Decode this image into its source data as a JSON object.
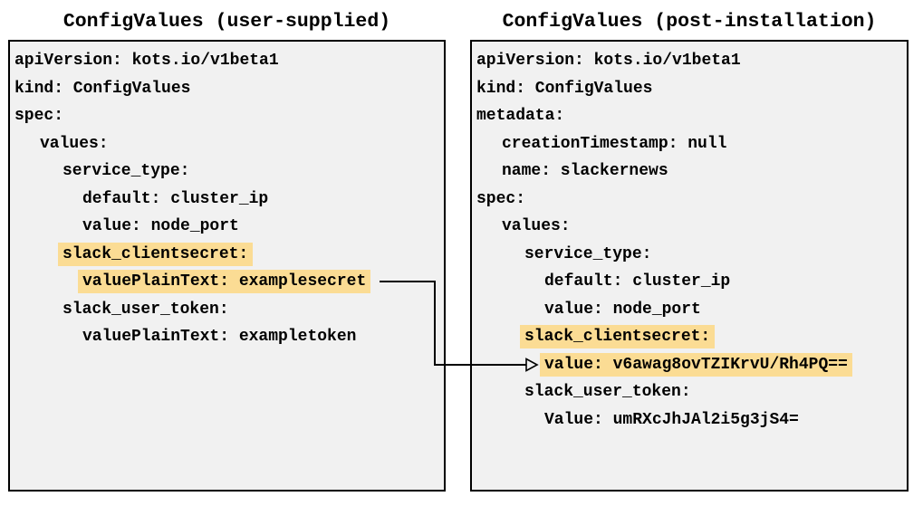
{
  "colors": {
    "highlight": "#fbdc94",
    "panel_background": "#f1f1f1",
    "panel_border": "#000000",
    "text": "#000000",
    "arrow": "#000000"
  },
  "panels": [
    {
      "id": "user-supplied",
      "title": "ConfigValues (user-supplied)",
      "lines": [
        {
          "indent": 0,
          "text": "apiVersion: kots.io/v1beta1",
          "highlight": false
        },
        {
          "indent": 0,
          "text": "kind: ConfigValues",
          "highlight": false
        },
        {
          "indent": 0,
          "text": "spec:",
          "highlight": false
        },
        {
          "indent": 1,
          "text": "values:",
          "highlight": false
        },
        {
          "indent": 2,
          "text": "service_type:",
          "highlight": false
        },
        {
          "indent": 3,
          "text": "default: cluster_ip",
          "highlight": false
        },
        {
          "indent": 3,
          "text": "value: node_port",
          "highlight": false
        },
        {
          "indent": 2,
          "text": "slack_clientsecret:",
          "highlight": true
        },
        {
          "indent": 3,
          "text": "valuePlainText: examplesecret",
          "highlight": true
        },
        {
          "indent": 2,
          "text": "slack_user_token:",
          "highlight": false
        },
        {
          "indent": 3,
          "text": "valuePlainText: exampletoken",
          "highlight": false
        }
      ]
    },
    {
      "id": "post-installation",
      "title": "ConfigValues (post-installation)",
      "lines": [
        {
          "indent": 0,
          "text": "apiVersion: kots.io/v1beta1",
          "highlight": false
        },
        {
          "indent": 0,
          "text": "kind: ConfigValues",
          "highlight": false
        },
        {
          "indent": 0,
          "text": "metadata:",
          "highlight": false
        },
        {
          "indent": 1,
          "text": "creationTimestamp: null",
          "highlight": false
        },
        {
          "indent": 1,
          "text": "name: slackernews",
          "highlight": false
        },
        {
          "indent": 0,
          "text": "spec:",
          "highlight": false
        },
        {
          "indent": 1,
          "text": "values:",
          "highlight": false
        },
        {
          "indent": 2,
          "text": "service_type:",
          "highlight": false
        },
        {
          "indent": 3,
          "text": "default: cluster_ip",
          "highlight": false
        },
        {
          "indent": 3,
          "text": "value: node_port",
          "highlight": false
        },
        {
          "indent": 2,
          "text": "slack_clientsecret:",
          "highlight": true
        },
        {
          "indent": 3,
          "text": "value: v6awag8ovTZIKrvU/Rh4PQ==",
          "highlight": true
        },
        {
          "indent": 2,
          "text": "slack_user_token:",
          "highlight": false
        },
        {
          "indent": 3,
          "text": "Value: umRXcJhJAl2i5g3jS4=",
          "highlight": false
        }
      ]
    }
  ],
  "arrow": {
    "connects_from": "valuePlainText: examplesecret",
    "connects_to": "value: v6awag8ovTZIKrvU/Rh4PQ=="
  }
}
